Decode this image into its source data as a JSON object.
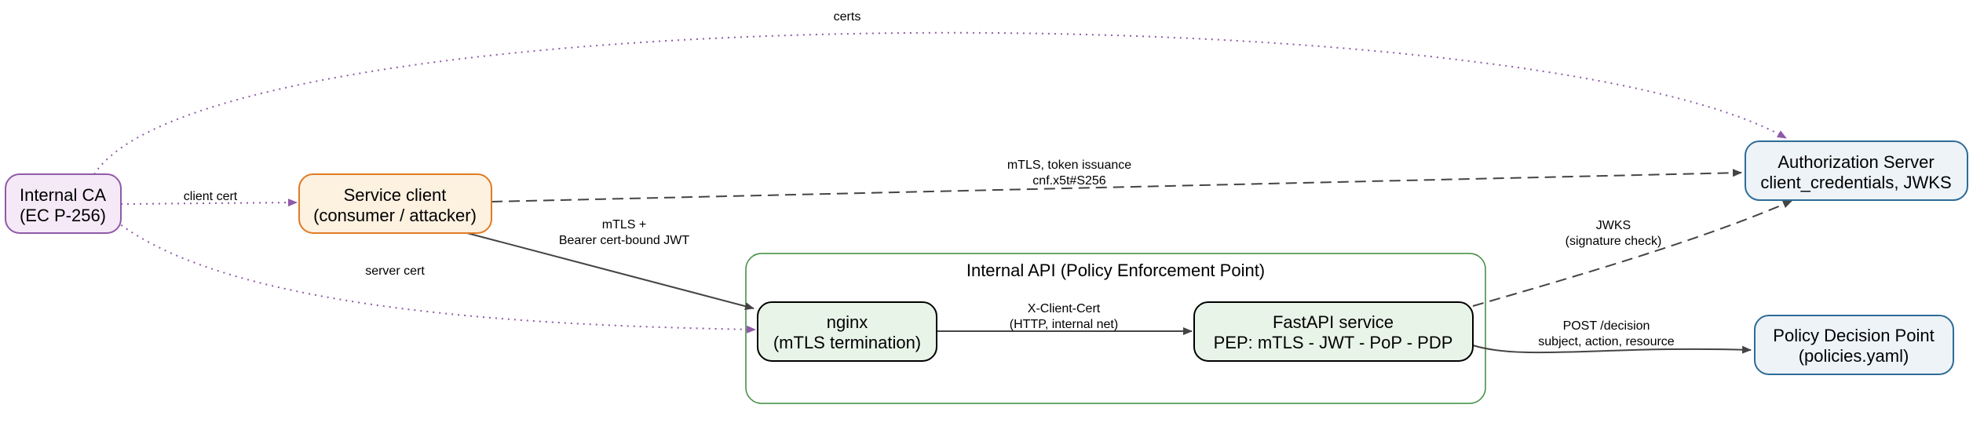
{
  "colors": {
    "ca_fill": "#f5e9f7",
    "ca_stroke": "#8f5aa8",
    "client_fill": "#fdf1e0",
    "client_stroke": "#e07b25",
    "api_fill": "#e8f4e8",
    "api_stroke": "#3c8a3c",
    "server_fill": "#eef3f8",
    "server_stroke": "#2e6b96",
    "edge_dark": "#444444",
    "edge_purple": "#8f5aa8"
  },
  "nodes": {
    "ca": {
      "line1": "Internal CA",
      "line2": "(EC P-256)"
    },
    "client": {
      "line1": "Service client",
      "line2": "(consumer / attacker)"
    },
    "nginx": {
      "line1": "nginx",
      "line2": "(mTLS termination)"
    },
    "fastapi": {
      "line1": "FastAPI service",
      "line2": "PEP: mTLS - JWT - PoP - PDP"
    },
    "authz": {
      "line1": "Authorization Server",
      "line2": "client_credentials, JWKS"
    },
    "pdp": {
      "line1": "Policy Decision Point",
      "line2": "(policies.yaml)"
    }
  },
  "cluster": {
    "title": "Internal API  (Policy Enforcement Point)"
  },
  "edges": {
    "certs": {
      "label": "certs"
    },
    "client_cert": {
      "label": "client cert"
    },
    "server_cert": {
      "label": "server cert"
    },
    "token": {
      "line1": "mTLS, token issuance",
      "line2": "cnf.x5t#S256"
    },
    "bearer": {
      "line1": "mTLS +",
      "line2": "Bearer cert-bound JWT"
    },
    "xclient": {
      "line1": "X-Client-Cert",
      "line2": "(HTTP, internal net)"
    },
    "jwks": {
      "line1": "JWKS",
      "line2": "(signature check)"
    },
    "decision": {
      "line1": "POST /decision",
      "line2": "subject, action, resource"
    }
  }
}
